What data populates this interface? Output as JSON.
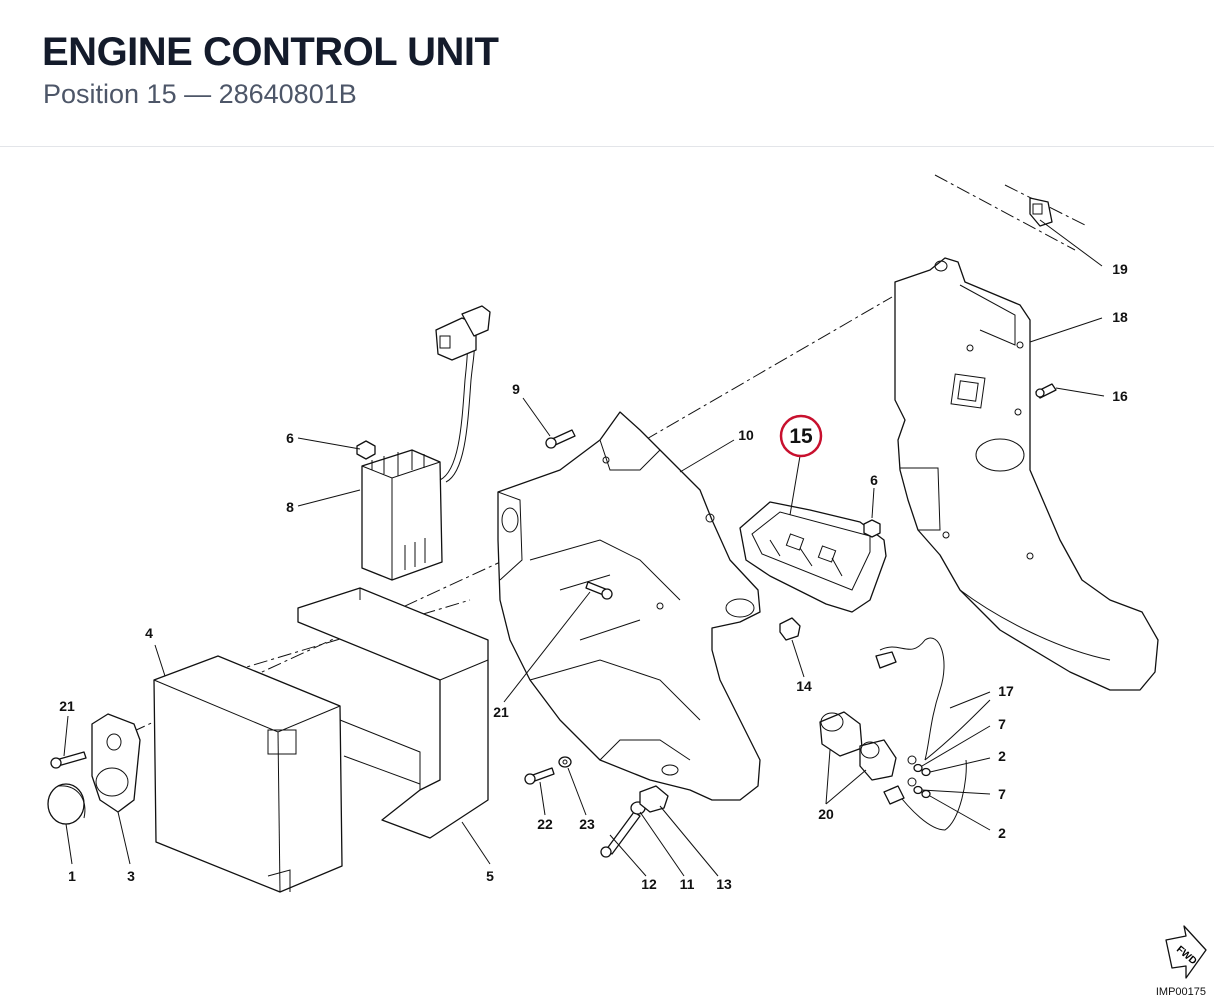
{
  "header": {
    "title": "ENGINE CONTROL UNIT",
    "subtitle": "Position 15 — 28640801B"
  },
  "diagram": {
    "highlight": {
      "label": "15",
      "ring_color": "#c8102e"
    },
    "labels": [
      "1",
      "3",
      "4",
      "5",
      "21",
      "6",
      "8",
      "9",
      "10",
      "21",
      "22",
      "23",
      "12",
      "11",
      "13",
      "6",
      "14",
      "17",
      "7",
      "2",
      "7",
      "2",
      "20",
      "19",
      "18",
      "16"
    ],
    "fwd_label": "FWD",
    "image_code": "IMP00175"
  }
}
